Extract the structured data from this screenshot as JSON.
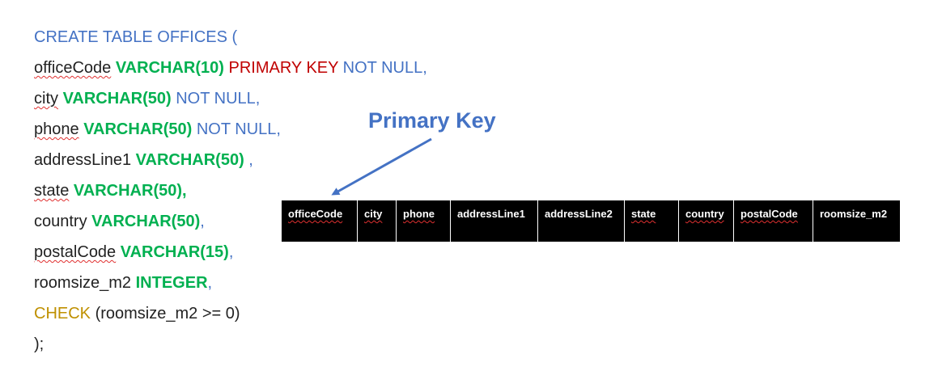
{
  "code": {
    "l1": {
      "kw": "CREATE TABLE OFFICES ("
    },
    "l2": {
      "name": "officeCode",
      "type": "VARCHAR(10)",
      "pk": "PRIMARY KEY",
      "nn": "NOT NULL,"
    },
    "l3": {
      "name": "city",
      "type": "VARCHAR(50)",
      "nn": "NOT NULL,"
    },
    "l4": {
      "name": "phone",
      "type": "VARCHAR(50)",
      "nn": "NOT NULL,"
    },
    "l5": {
      "name": "addressLine1",
      "type": "VARCHAR(50)",
      "tail": " ,"
    },
    "l6": {
      "name": "state",
      "type": "VARCHAR(50),"
    },
    "l7": {
      "name": "country",
      "type": "VARCHAR(50)",
      "tail": ","
    },
    "l8": {
      "name": "postalCode",
      "type": "VARCHAR(15)",
      "tail": ","
    },
    "l9": {
      "name": "roomsize_m2",
      "type": "INTEGER",
      "tail": ","
    },
    "l10": {
      "check": "CHECK",
      "expr": " (roomsize_m2 >= 0)"
    },
    "l11": {
      "close": ");"
    }
  },
  "callout": {
    "label": "Primary Key"
  },
  "table": {
    "columns": [
      "officeCode",
      "city",
      "phone",
      "addressLine1",
      "addressLine2",
      "state",
      "country",
      "postalCode",
      "roomsize_m2"
    ]
  },
  "colors": {
    "keyword": "#4472C4",
    "type": "#00B050",
    "primary_key": "#C00000",
    "check": "#BF9000",
    "arrow": "#4472C4",
    "header_bg": "#000000"
  }
}
